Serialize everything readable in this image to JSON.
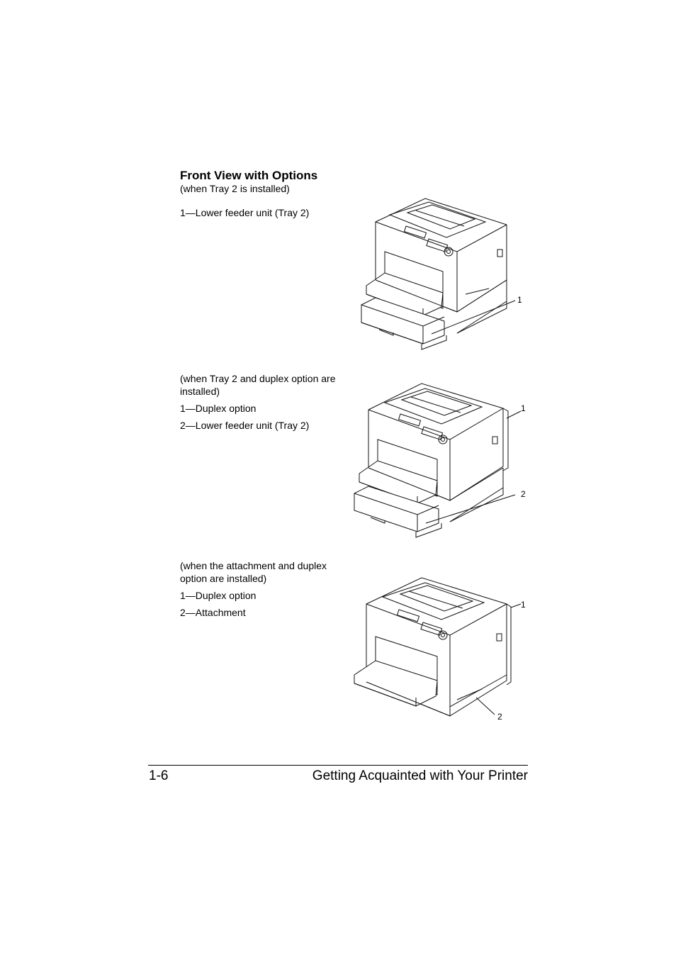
{
  "section": {
    "title": "Front View with Options"
  },
  "figures": [
    {
      "caption": "(when Tray 2 is installed)",
      "items": [
        "1—Lower feeder unit (Tray 2)"
      ],
      "callouts": [
        "1"
      ]
    },
    {
      "caption_line1": "(when Tray 2 and duplex option are",
      "caption_line2": "installed)",
      "items": [
        "1—Duplex option",
        "2—Lower feeder unit (Tray 2)"
      ],
      "callouts": [
        "1",
        "2"
      ]
    },
    {
      "caption_line1": "(when the attachment and duplex",
      "caption_line2": "option are installed)",
      "items": [
        "1—Duplex option",
        "2—Attachment"
      ],
      "callouts": [
        "1",
        "2"
      ]
    }
  ],
  "footer": {
    "page_number": "1-6",
    "chapter_title": "Getting Acquainted with Your Printer"
  }
}
